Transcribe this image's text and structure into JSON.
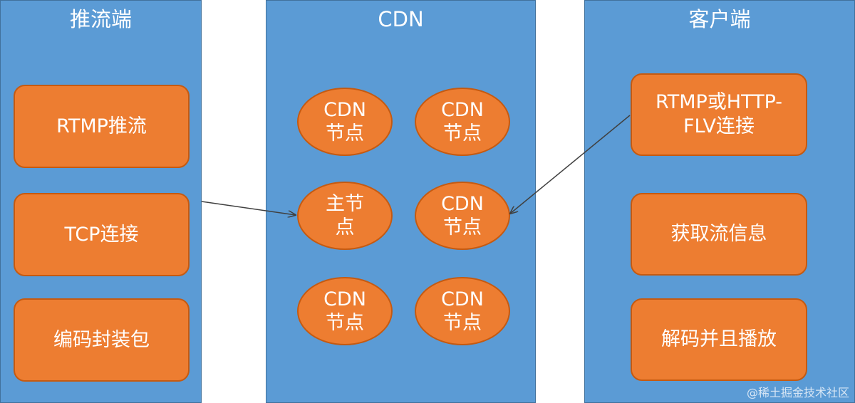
{
  "colors": {
    "panel_fill": "#5b9bd5",
    "panel_border": "#41719c",
    "shape_fill": "#ed7d31",
    "shape_border": "#c55a11",
    "text": "#ffffff",
    "arrow": "#404040"
  },
  "left_panel": {
    "title": "推流端",
    "steps": [
      "RTMP推流",
      "TCP连接",
      "编码封装包"
    ]
  },
  "center_panel": {
    "title": "CDN",
    "nodes": [
      "CDN\n节点",
      "CDN\n节点",
      "主节\n点",
      "CDN\n节点",
      "CDN\n节点",
      "CDN\n节点"
    ]
  },
  "right_panel": {
    "title": "客户端",
    "steps": [
      "RTMP或HTTP-\nFLV连接",
      "获取流信息",
      "解码并且播放"
    ]
  },
  "watermark": "@稀土掘金技术社区"
}
